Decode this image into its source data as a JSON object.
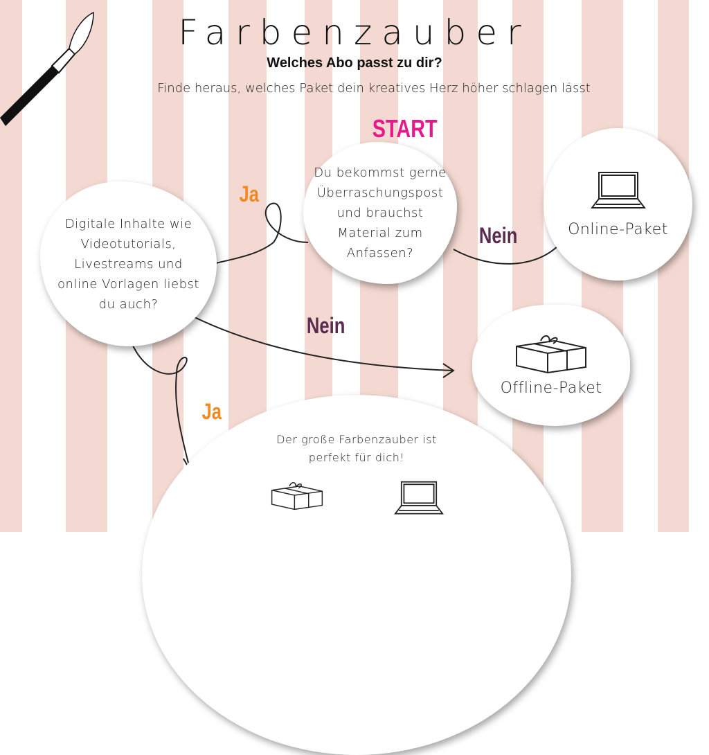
{
  "header": {
    "title": "Farbenzauber",
    "subtitle": "Welches Abo passt zu dir?",
    "tagline": "Finde heraus, welches Paket dein kreatives Herz höher schlagen lässt"
  },
  "flow": {
    "start_label": "START",
    "start_question": "Du bekommst gerne Überraschungspost und brauchst Material zum Anfassen?",
    "second_question": "Digitale Inhalte wie Videotutorials, Livestreams und online Vorlagen liebst du auch?",
    "yes_label": "Ja",
    "no_label": "Nein",
    "online_result": "Online-Paket",
    "offline_result": "Offline-Paket",
    "final_result": "Der große Farbenzauber ist perfekt für dich!",
    "plus": "+"
  },
  "colors": {
    "stripe": "#f1d2c9",
    "start": "#e6198a",
    "yes": "#f08a24",
    "no": "#5a2a4f"
  }
}
